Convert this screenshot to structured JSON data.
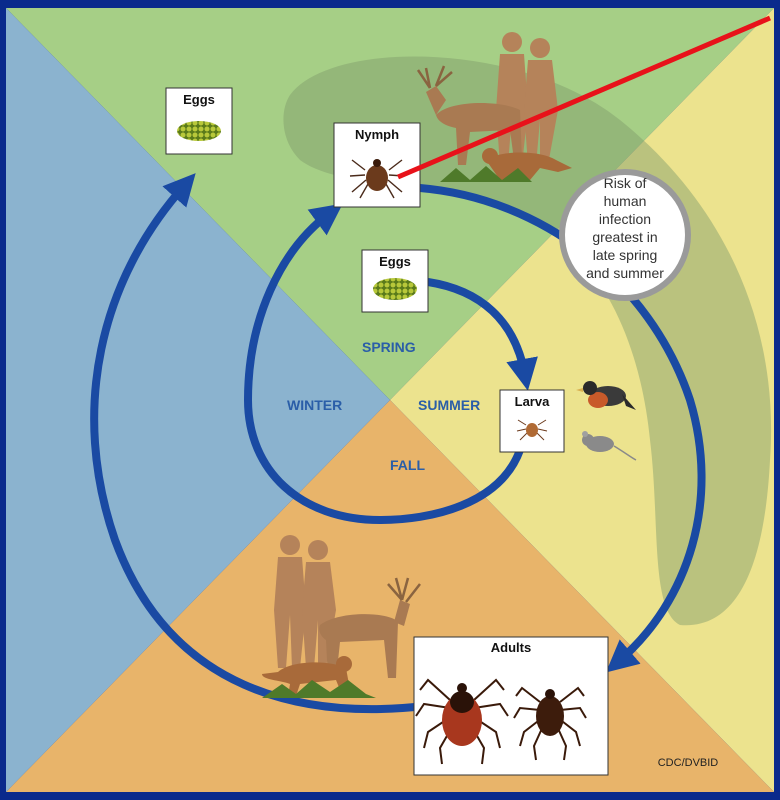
{
  "colors": {
    "frame": "#0a2a8c",
    "spring": "#a6cf86",
    "summer": "#ece38e",
    "fall": "#e8b46a",
    "winter": "#8bb3cf",
    "arrow": "#1a4aa3",
    "pointer": "#e8121a"
  },
  "seasons": {
    "spring": "SPRING",
    "summer": "SUMMER",
    "fall": "FALL",
    "winter": "WINTER"
  },
  "stages": {
    "eggs_top": "Eggs",
    "nymph": "Nymph",
    "eggs_center": "Eggs",
    "larva": "Larva",
    "adults": "Adults"
  },
  "risk": {
    "line1": "Risk of",
    "line2": "human",
    "line3": "infection",
    "line4": "greatest in",
    "line5": "late spring",
    "line6": "and summer"
  },
  "credit": "CDC/DVBID",
  "icons": [
    "human-silhouette-icon",
    "deer-icon",
    "fox-icon",
    "bird-icon",
    "mouse-icon",
    "tick-icon",
    "egg-cluster-icon"
  ]
}
